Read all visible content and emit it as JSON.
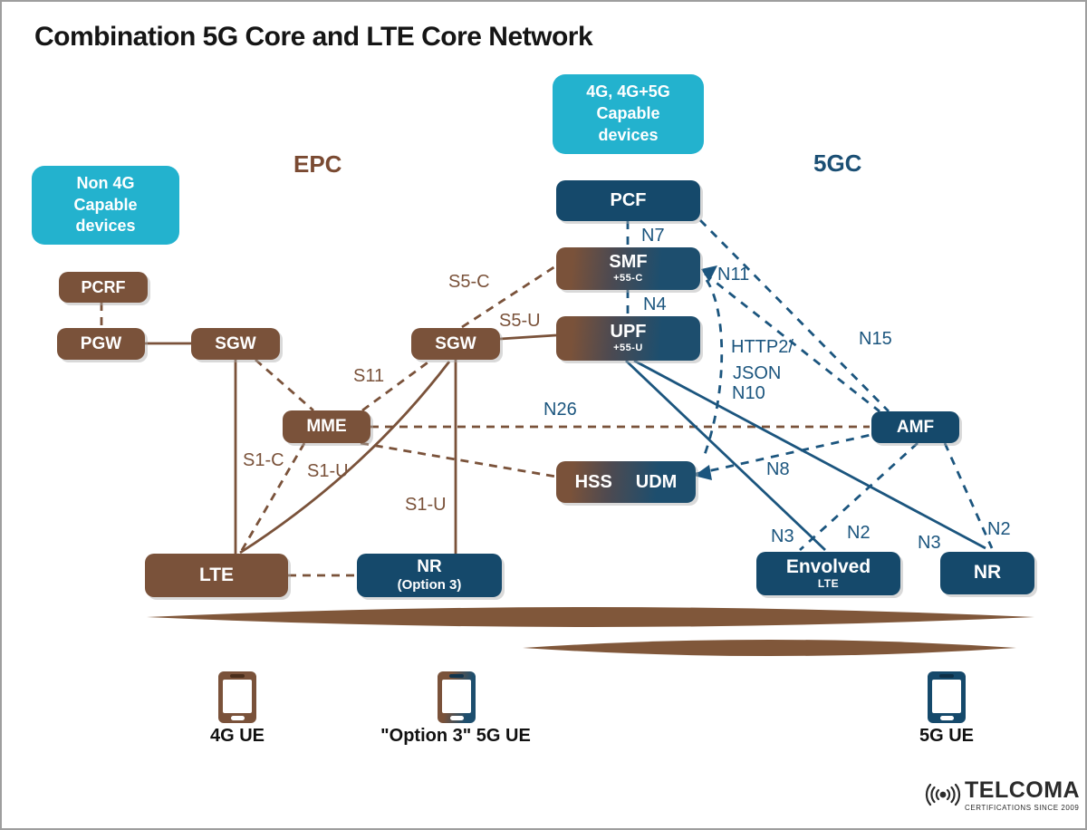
{
  "title": "Combination 5G Core and LTE Core Network",
  "colors": {
    "epc_brown": "#7a523a",
    "core_blue": "#15496b",
    "line_blue": "#1b557e",
    "badge_teal": "#23b2ce"
  },
  "badges": {
    "non4g": {
      "lines": [
        "Non 4G",
        "Capable",
        "devices"
      ]
    },
    "capable": {
      "lines": [
        "4G, 4G+5G",
        "Capable",
        "devices"
      ]
    }
  },
  "regions": {
    "epc": "EPC",
    "fivegc": "5GC"
  },
  "nodes": {
    "pcrf": {
      "label": "PCRF"
    },
    "pgw": {
      "label": "PGW"
    },
    "sgw1": {
      "label": "SGW"
    },
    "sgw2": {
      "label": "SGW"
    },
    "mme": {
      "label": "MME"
    },
    "lte": {
      "label": "LTE"
    },
    "nr_option3": {
      "label": "NR",
      "sublabel": "(Option 3)"
    },
    "pcf": {
      "label": "PCF"
    },
    "smf": {
      "label": "SMF",
      "sublabel": "+55-C"
    },
    "upf": {
      "label": "UPF",
      "sublabel": "+55-U"
    },
    "hss_udm": {
      "left": "HSS",
      "right": "UDM"
    },
    "amf": {
      "label": "AMF"
    },
    "envolved_lte": {
      "label": "Envolved",
      "sublabel": "LTE"
    },
    "nr_5g": {
      "label": "NR"
    }
  },
  "interfaces": {
    "s5c": "S5-C",
    "s5u": "S5-U",
    "s11": "S11",
    "s1c": "S1-C",
    "s1u_curve": "S1-U",
    "s1u_vert": "S1-U",
    "n7": "N7",
    "n4": "N4",
    "n11": "N11",
    "n15": "N15",
    "http2": "HTTP2/",
    "json": "JSON",
    "n10": "N10",
    "n26": "N26",
    "n8": "N8",
    "n3_left": "N3",
    "n2_left": "N2",
    "n3_right": "N3",
    "n2_right": "N2"
  },
  "devices": {
    "ue4g": "4G UE",
    "ue_option3": "\"Option 3\" 5G UE",
    "ue5g": "5G UE"
  },
  "logo": {
    "brand": "TELCOMA",
    "tagline": "CERTIFICATIONS SINCE 2009"
  }
}
